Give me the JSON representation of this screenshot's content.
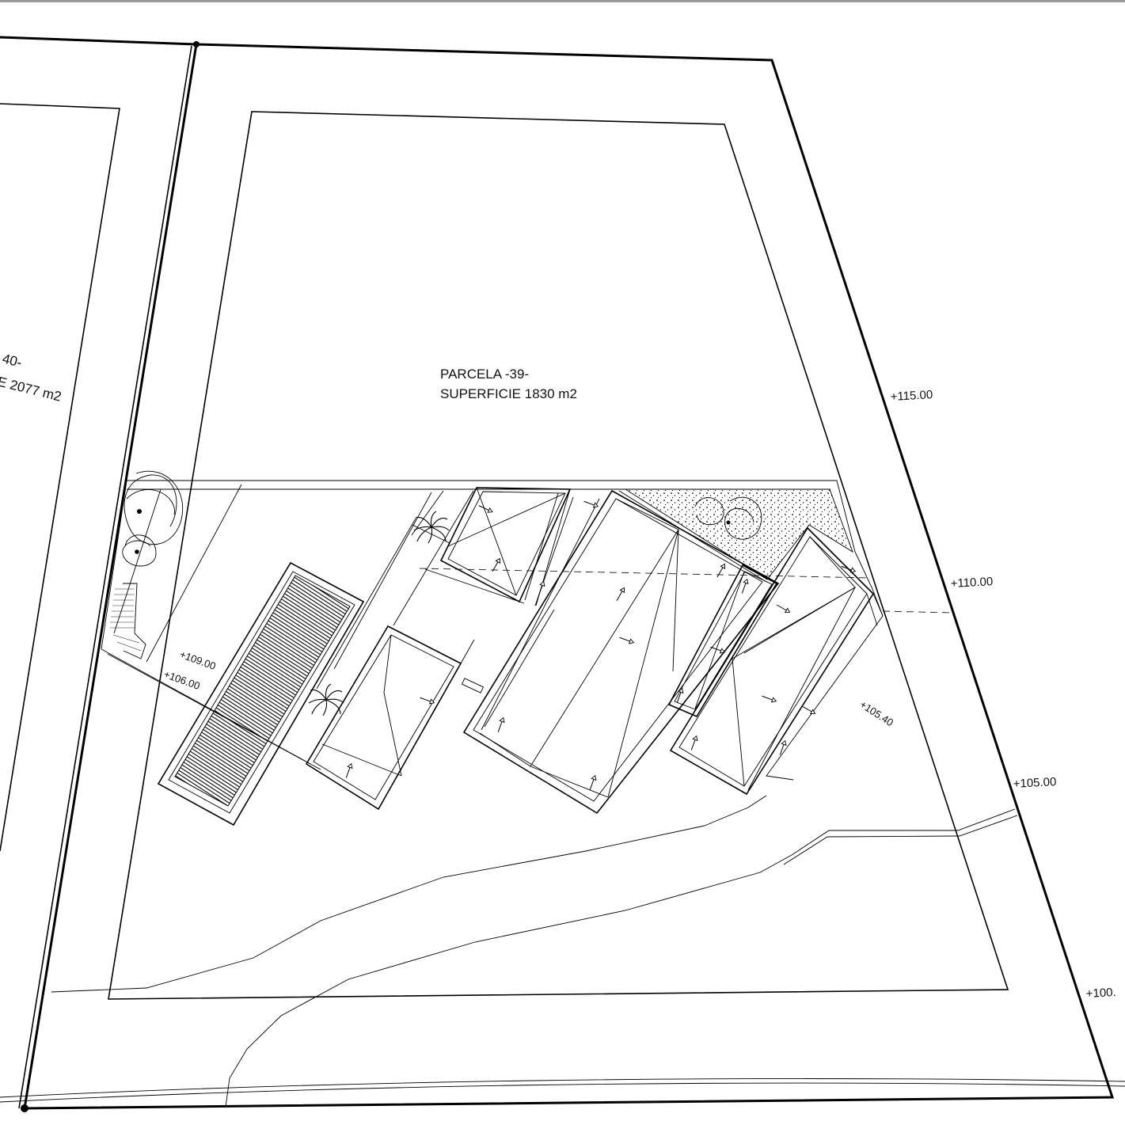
{
  "colors": {
    "ink": "#000000",
    "paper": "#ffffff",
    "frame": "#9a9a9a"
  },
  "parcels": [
    {
      "lines": [
        "PARCELA -39-",
        "SUPERFICIE 1830 m2"
      ]
    },
    {
      "lines": [
        "40-",
        "E 2077 m2"
      ]
    }
  ],
  "levels": {
    "l115": "+115.00",
    "l110": "+110.00",
    "l105": "+105.00",
    "l100": "+100.",
    "p109": "+109.00",
    "p106": "+106.00",
    "p1054": "+105.40"
  },
  "symbols": [
    "palm-icon",
    "tree-icon",
    "north-arrow-icon"
  ]
}
